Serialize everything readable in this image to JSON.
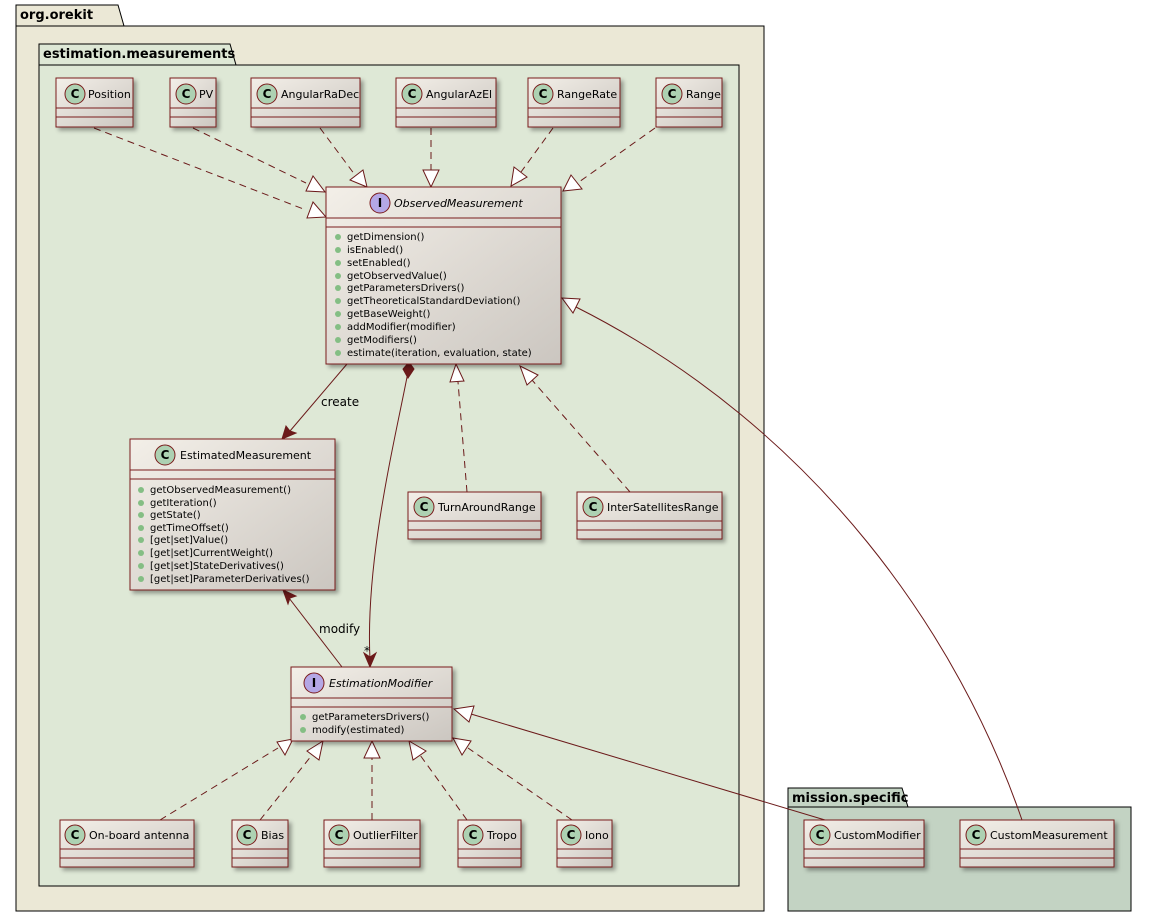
{
  "packages": {
    "root": "org.orekit",
    "estimation": "estimation.measurements",
    "mission": "mission.specific"
  },
  "classes": {
    "position": "Position",
    "pv": "PV",
    "angular_radec": "AngularRaDec",
    "angular_azel": "AngularAzEl",
    "range_rate": "RangeRate",
    "range": "Range",
    "turn_around_range": "TurnAroundRange",
    "inter_satellites_range": "InterSatellitesRange",
    "onboard_antenna": "On-board antenna",
    "bias": "Bias",
    "outlier_filter": "OutlierFilter",
    "tropo": "Tropo",
    "iono": "Iono",
    "custom_modifier": "CustomModifier",
    "custom_measurement": "CustomMeasurement"
  },
  "observed_measurement": {
    "name": "ObservedMeasurement",
    "methods": [
      "getDimension()",
      "isEnabled()",
      "setEnabled()",
      "getObservedValue()",
      "getParametersDrivers()",
      "getTheoreticalStandardDeviation()",
      "getBaseWeight()",
      "addModifier(modifier)",
      "getModifiers()",
      "estimate(iteration, evaluation, state)"
    ]
  },
  "estimated_measurement": {
    "name": "EstimatedMeasurement",
    "methods": [
      "getObservedMeasurement()",
      "getIteration()",
      "getState()",
      "getTimeOffset()",
      "[get|set]Value()",
      "[get|set]CurrentWeight()",
      "[get|set]StateDerivatives()",
      "[get|set]ParameterDerivatives()"
    ]
  },
  "estimation_modifier": {
    "name": "EstimationModifier",
    "methods": [
      "getParametersDrivers()",
      "modify(estimated)"
    ]
  },
  "edges": {
    "create": "create",
    "modify": "modify",
    "multiplicity": "*"
  },
  "glyphs": {
    "class": "C",
    "interface": "I"
  },
  "colors": {
    "outer_pkg": "#ebe8d6",
    "inner_pkg": "#dee8d6",
    "mission_pkg": "#c3d3c3",
    "border": "#7a1a1a",
    "class_glyph": "#add1b2",
    "interface_glyph": "#b4a7e5",
    "method_dot": "#84be84"
  }
}
